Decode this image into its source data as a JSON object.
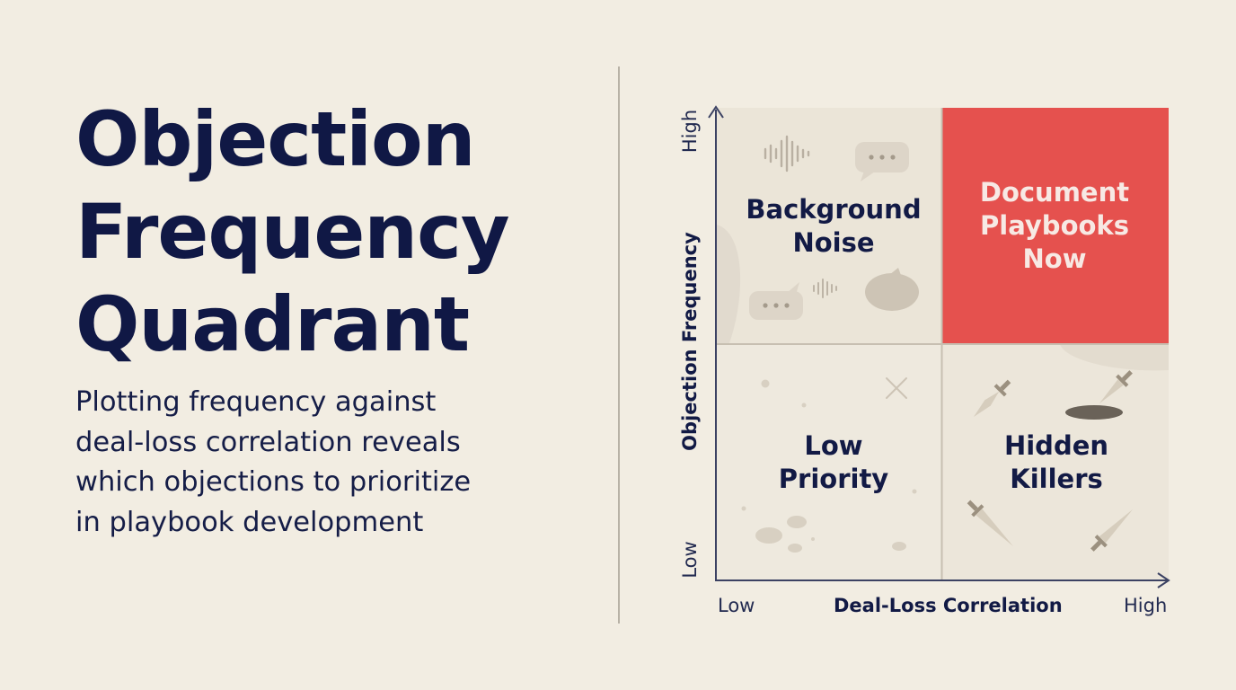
{
  "title": {
    "line1": "Objection",
    "line2": "Frequency",
    "line3": "Quadrant"
  },
  "subtitle": {
    "line1": "Plotting frequency against",
    "line2": "deal-loss correlation reveals",
    "line3": "which objections to prioritize",
    "line4": "in playbook development"
  },
  "axes": {
    "y_title": "Objection Frequency",
    "y_high": "High",
    "y_low": "Low",
    "x_title": "Deal-Loss Correlation",
    "x_low": "Low",
    "x_high": "High"
  },
  "quadrants": {
    "top_left": {
      "line1": "Background",
      "line2": "Noise",
      "icons": [
        "soundwave-icon",
        "speech-bubble-icon"
      ]
    },
    "top_right": {
      "line1": "Document",
      "line2": "Playbooks",
      "line3": "Now",
      "highlight_color": "#e5514e"
    },
    "bottom_left": {
      "line1": "Low",
      "line2": "Priority",
      "icons": [
        "pebble-icon",
        "x-mark-icon"
      ]
    },
    "bottom_right": {
      "line1": "Hidden",
      "line2": "Killers",
      "icons": [
        "dagger-icon"
      ]
    }
  },
  "colors": {
    "background": "#f2ede2",
    "text": "#121a45",
    "accent": "#e5514e"
  }
}
